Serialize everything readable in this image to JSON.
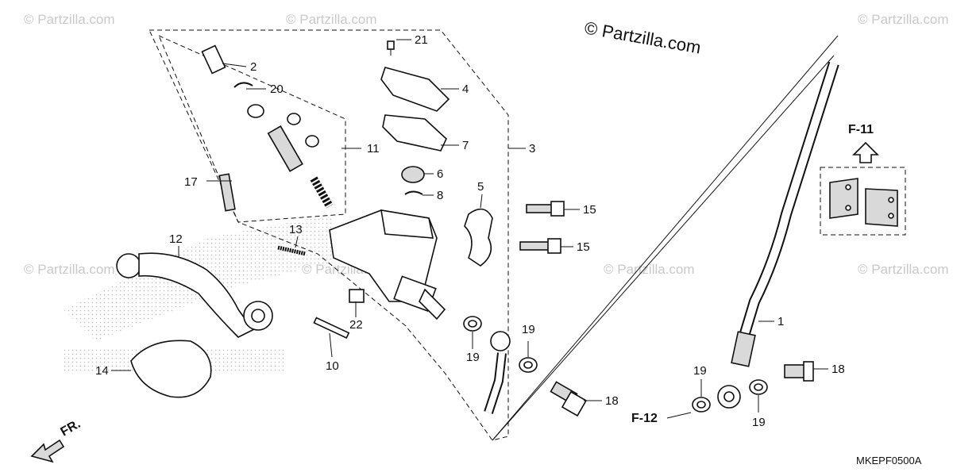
{
  "copyright": "© Partzilla.com",
  "watermark": "© Partzilla.com",
  "diagram_code": "MKEPF0500A",
  "direction_label": "FR.",
  "refs": {
    "f11": "F-11",
    "f12": "F-12"
  },
  "callouts": {
    "c1": "1",
    "c2": "2",
    "c3": "3",
    "c4": "4",
    "c5": "5",
    "c6": "6",
    "c7": "7",
    "c8": "8",
    "c10": "10",
    "c11": "11",
    "c12": "12",
    "c13": "13",
    "c14": "14",
    "c15a": "15",
    "c15b": "15",
    "c17": "17",
    "c18a": "18",
    "c18b": "18",
    "c19a": "19",
    "c19b": "19",
    "c19c": "19",
    "c19d": "19",
    "c20": "20",
    "c21": "21",
    "c22": "22"
  },
  "colors": {
    "ink": "#111111",
    "watermark": "#c9c9c9",
    "hatch": "#d9d9d9"
  }
}
